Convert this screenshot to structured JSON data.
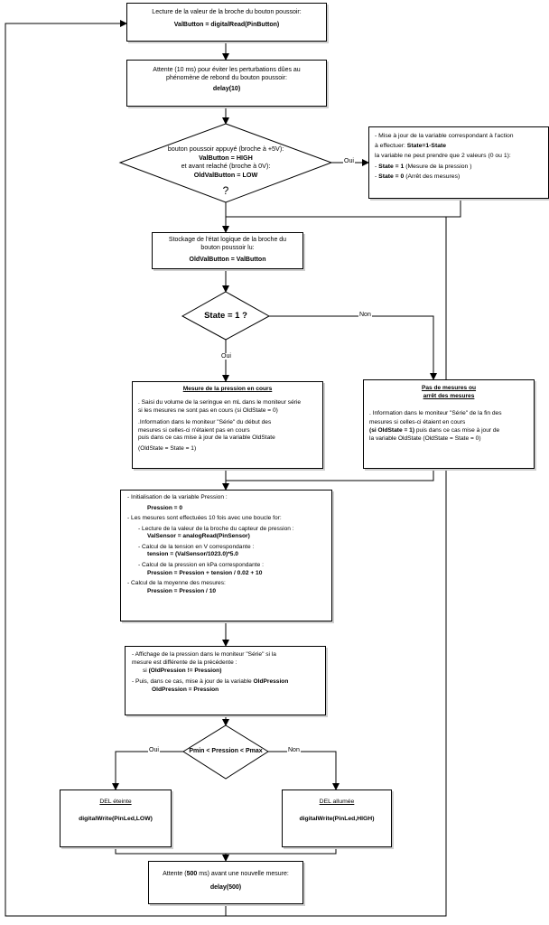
{
  "box1": {
    "line1": "Lecture de la valeur de la broche du bouton poussoir:",
    "line2": "ValButton = digitalRead(PinButton)"
  },
  "box2": {
    "line1": "Attente (10 ms) pour éviter les perturbations dûes au",
    "line2": "phénomène de rebond du bouton poussoir:",
    "line3": "delay(10)"
  },
  "dia1": {
    "line1": "bouton poussoir appuyé (broche à +5V):",
    "line2": "ValButton = HIGH",
    "line3": "et avant relaché (broche à 0V):",
    "line4": "OldValButton = LOW",
    "line5": "?"
  },
  "lbl_oui1": "Oui",
  "boxR1": {
    "line1": "- Mise à jour de la variable correspondant à l'action",
    "line2a": "à effectuer: ",
    "line2b": "State=1-State",
    "line3": "la variable ne peut prendre que 2 valeurs (0 ou 1):",
    "line4a": "- ",
    "line4b": "State = 1",
    "line4c": " (Mesure de la pression )",
    "line5a": "- ",
    "line5b": "State = 0",
    "line5c": " (Arrêt des mesures)"
  },
  "box3": {
    "line1": "Stockage de l'état logique de la broche du",
    "line2": "bouton poussoir lu:",
    "line3": "OldValButton = ValButton"
  },
  "dia2": {
    "text": "State = 1 ?"
  },
  "lbl_non1": "Non",
  "lbl_oui2": "Oui",
  "box4": {
    "title": "Mesure de la pression en cours",
    "line1": ". Saisi du volume de la seringue en mL dans le moniteur série",
    "line2": "si les mesures ne sont pas en cours (si OldState = 0)",
    "line3": ".Information dans le moniteur \"Série\" du début des",
    "line4": "mesures si celles-ci n'étaient pas en cours",
    "line5": "puis dans ce cas mise à jour de la variable OldState",
    "line6": "(OldState = State = 1)"
  },
  "boxR2": {
    "title1": "Pas de mesures ou",
    "title2": "arrêt des mesures",
    "line1": ". Information dans le moniteur \"Série\" de la fin des",
    "line2": "mesures si celles-ci étaient en cours",
    "line3a": "(si OldState = 1)",
    "line3b": "  puis dans ce cas mise à jour de",
    "line4": "la variable OldState (OldState = State = 0)"
  },
  "box5": {
    "line1": "- Initialisation de la variable Pression :",
    "line2": "Pression = 0",
    "line3": "- Les mesures sont effectuées 10 fois avec une boucle for:",
    "line4": "- Lecture de la valeur de la broche du capteur de pression :",
    "line5": "ValSensor = analogRead(PinSensor)",
    "line6": "- Calcul de la tension en V correspondante :",
    "line7": "tension = (ValSensor/1023.0)*5.0",
    "line8": "- Calcul de la pression en kPa correspondante :",
    "line9": "Pression = Pression + tension / 0.02 + 10",
    "line10": "- Calcul de la moyenne des mesures:",
    "line11": "Pression = Pression / 10"
  },
  "box6": {
    "line1": "- Affichage de la pression dans le moniteur \"Série\" si la",
    "line2": "mesure est différente de la précédente :",
    "line3a": "si ",
    "line3b": "(OldPression != Pression)",
    "line4a": "- Puis, dans ce cas, mise à jour de la variable ",
    "line4b": "OldPression",
    "line5": "OldPression = Pression"
  },
  "dia3": {
    "text": "Pmin < Pression < Pmax"
  },
  "lbl_oui3": "Oui",
  "lbl_non2": "Non",
  "box7": {
    "title": "DEL éteinte",
    "line1": "digitalWrite(PinLed,LOW)"
  },
  "box8": {
    "title": "DEL allumée",
    "line1": "digitalWrite(PinLed,HIGH)"
  },
  "box9": {
    "line1a": "Attente (",
    "line1b": "500",
    "line1c": " ms) avant une nouvelle mesure:",
    "line2": "delay(500)"
  },
  "colors": {
    "stroke": "#000000",
    "shadow": "#cfcfcf",
    "background": "#ffffff"
  }
}
